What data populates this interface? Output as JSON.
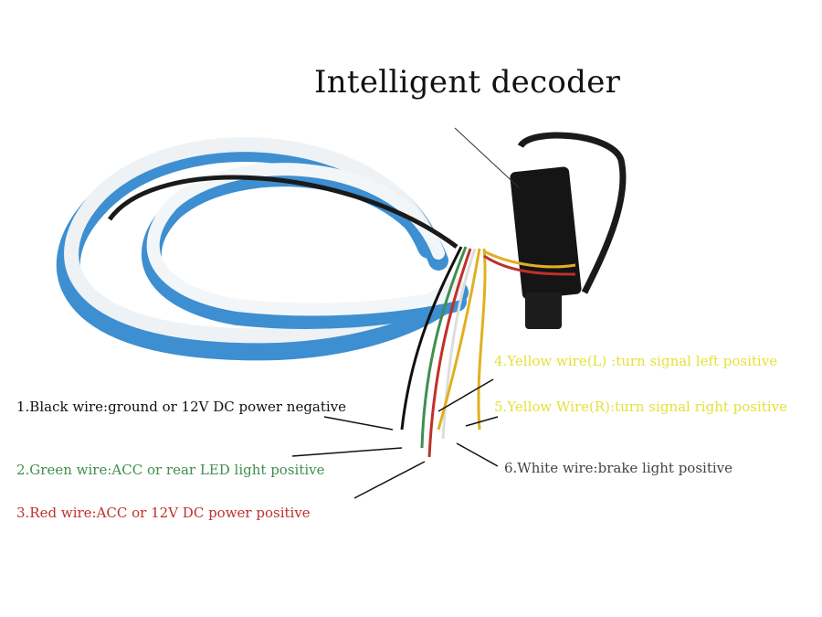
{
  "title": "Intelligent decoder",
  "colors": {
    "black": "#111111",
    "green": "#3f8f4f",
    "red": "#c0302c",
    "yellow": "#e3e23a",
    "white_label": "#444444",
    "strip_blue": "#3d8fd1",
    "strip_white": "#eef2f5"
  },
  "labels": [
    {
      "text": "1.Black wire:ground or 12V DC power negative",
      "color": "#111111"
    },
    {
      "text": "2.Green wire:ACC or rear LED light positive",
      "color": "#3f8f4f"
    },
    {
      "text": "3.Red wire:ACC or 12V DC power positive",
      "color": "#c0302c"
    },
    {
      "text": "4.Yellow wire(L) :turn signal left positive",
      "color": "#e3e23a"
    },
    {
      "text": "5.Yellow Wire(R):turn signal right positive",
      "color": "#e3e23a"
    },
    {
      "text": "6.White wire:brake light positive",
      "color": "#444444"
    }
  ]
}
